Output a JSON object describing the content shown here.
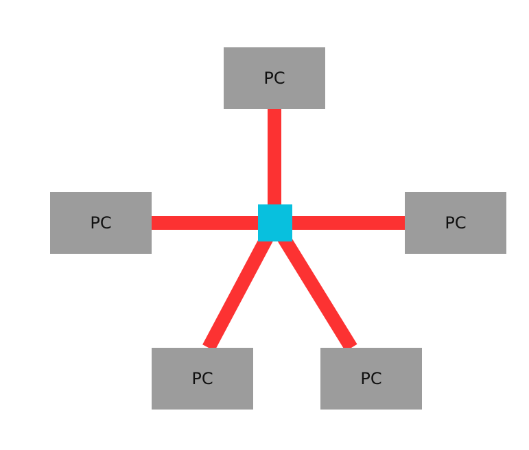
{
  "colors": {
    "link": "#fc3232",
    "pc_fill": "#9c9c9c",
    "hub_fill": "#08c0de",
    "label": "#111111"
  },
  "hub": {
    "icon": "hub-square"
  },
  "nodes": [
    {
      "id": "pc-top",
      "label": "PC"
    },
    {
      "id": "pc-left",
      "label": "PC"
    },
    {
      "id": "pc-right",
      "label": "PC"
    },
    {
      "id": "pc-bottom-left",
      "label": "PC"
    },
    {
      "id": "pc-bottom-right",
      "label": "PC"
    }
  ]
}
